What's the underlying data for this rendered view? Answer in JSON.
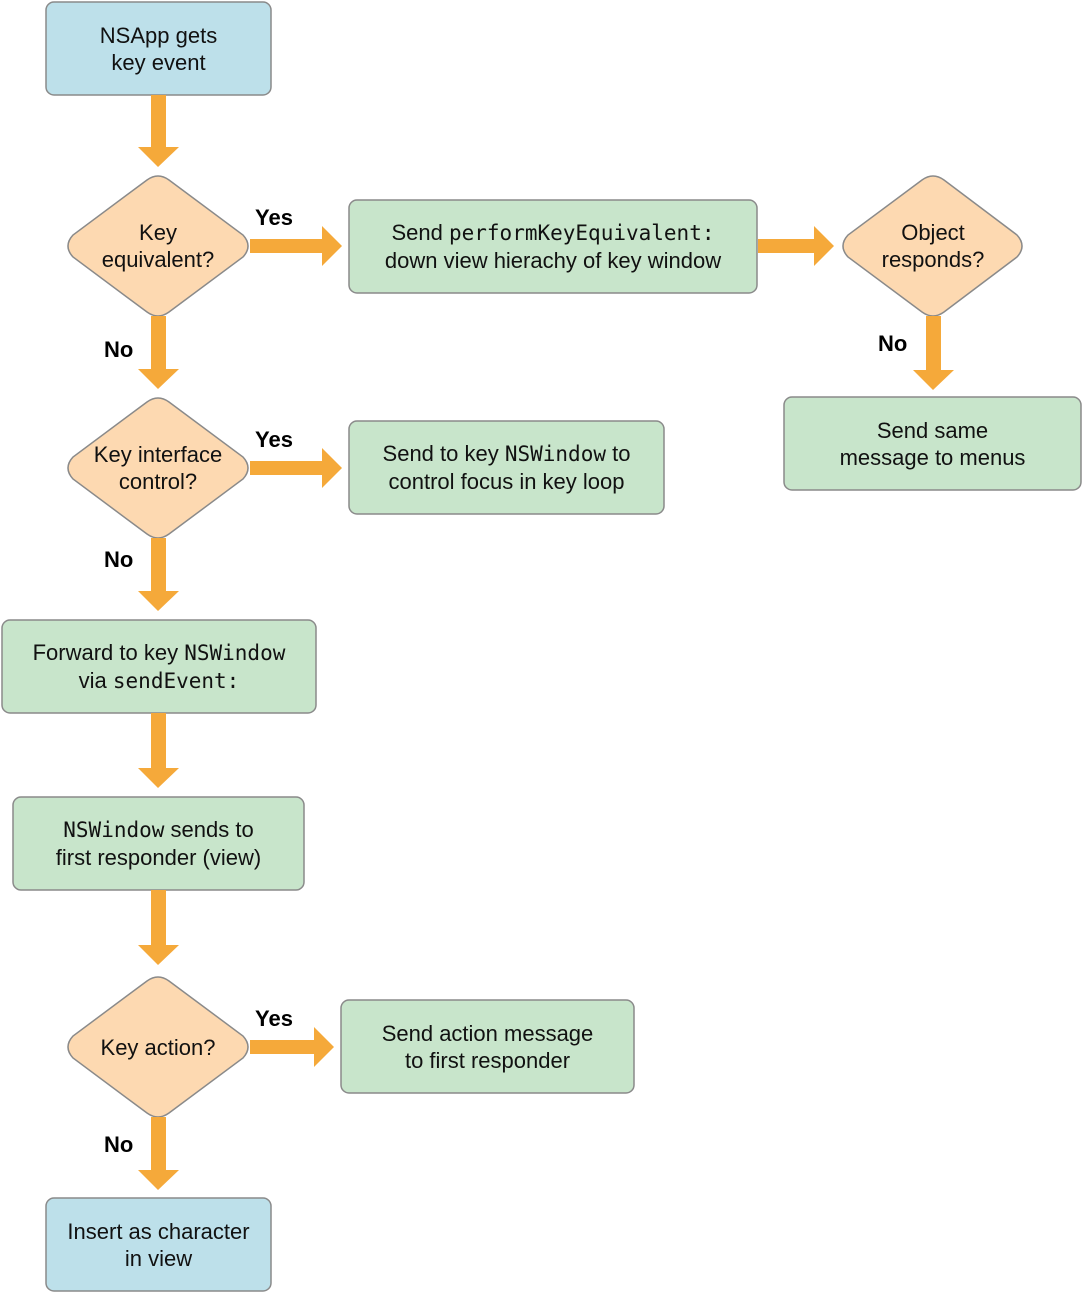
{
  "colors": {
    "terminal_fill": "#bde0ea",
    "process_fill": "#c8e5cb",
    "decision_fill": "#fdd9b1",
    "stroke": "#8a8a8a",
    "arrow": "#f5a93a"
  },
  "nodes": {
    "start": {
      "line1": "NSApp gets",
      "line2": "key event"
    },
    "key_equivalent": {
      "line1": "Key",
      "line2": "equivalent?"
    },
    "send_perform": {
      "pre1": "Send ",
      "code1": "performKeyEquivalent:",
      "line2": "down view hierachy of key window"
    },
    "object_responds": {
      "line1": "Object",
      "line2": "responds?"
    },
    "send_menus": {
      "line1": "Send same",
      "line2": "message to menus"
    },
    "key_interface": {
      "line1": "Key interface",
      "line2": "control?"
    },
    "send_key_window": {
      "pre1": "Send to key ",
      "code1": "NSWindow",
      "post1": " to",
      "line2": "control focus in key loop"
    },
    "forward": {
      "pre1": "Forward to key ",
      "code1": "NSWindow",
      "pre2": "via ",
      "code2": "sendEvent:"
    },
    "nswindow_sends": {
      "code1": "NSWindow",
      "post1": " sends to",
      "line2": "first responder (view)"
    },
    "key_action": {
      "line1": "Key action?"
    },
    "send_action": {
      "line1": "Send action message",
      "line2": "to first responder"
    },
    "insert_char": {
      "line1": "Insert as character",
      "line2": "in view"
    }
  },
  "edge_labels": {
    "yes_1": "Yes",
    "no_1": "No",
    "no_2": "No",
    "yes_2": "Yes",
    "no_3": "No",
    "yes_3": "Yes",
    "no_4": "No"
  }
}
